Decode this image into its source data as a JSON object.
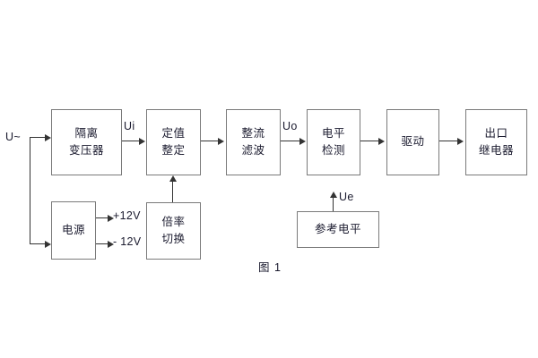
{
  "figure": {
    "caption": "图 1",
    "input_label": "U~",
    "colors": {
      "box_border": "#7a7a7a",
      "connector": "#333333",
      "text": "#1a1a2e",
      "background": "#ffffff"
    }
  },
  "blocks": [
    {
      "id": "isolation-transformer",
      "lines": [
        "隔离",
        "变压器"
      ]
    },
    {
      "id": "setting-value",
      "lines": [
        "定值",
        "整定"
      ]
    },
    {
      "id": "rectify-filter",
      "lines": [
        "整流",
        "滤波"
      ]
    },
    {
      "id": "level-detection",
      "lines": [
        "电平",
        "检测"
      ]
    },
    {
      "id": "drive",
      "lines": [
        "驱动"
      ]
    },
    {
      "id": "output-relay",
      "lines": [
        "出口",
        "继电器"
      ]
    },
    {
      "id": "power-supply",
      "lines": [
        "电源"
      ]
    },
    {
      "id": "multiplier-switch",
      "lines": [
        "倍率",
        "切换"
      ]
    },
    {
      "id": "reference-level",
      "lines": [
        "参考电平"
      ]
    }
  ],
  "signal_labels": {
    "ui": "Ui",
    "uo": "Uo",
    "ue": "Ue"
  },
  "power_outputs": [
    {
      "id": "positive-12v",
      "label": "+12V"
    },
    {
      "id": "negative-12v",
      "label": "- 12V"
    }
  ]
}
